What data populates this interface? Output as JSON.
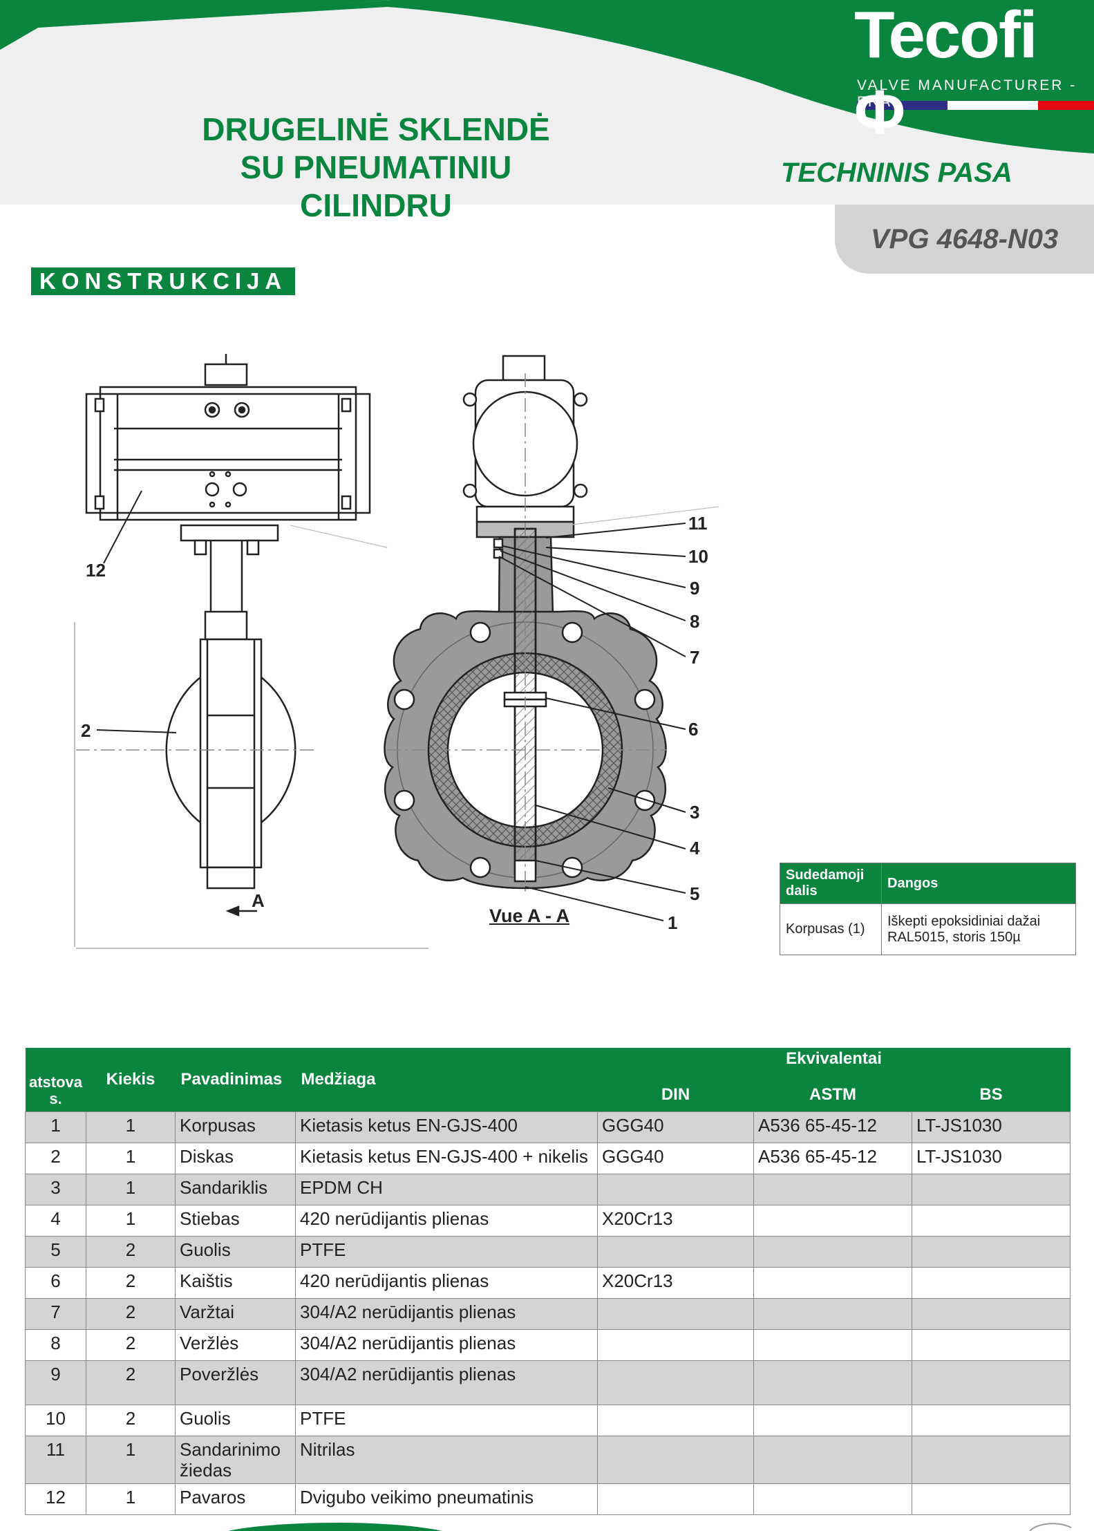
{
  "header": {
    "brand": "Tecofi",
    "brand_tagline": "VALVE MANUFACTURER - FRA",
    "title_lines": [
      "DRUGELINĖ SKLENDĖ",
      "SU PNEUMATINIU",
      "CILINDRU"
    ],
    "subtitle": "TECHNINIS PASA",
    "doc_code": "VPG 4648-N03",
    "colors": {
      "green": "#0a8540",
      "light_gray": "#efefef",
      "tab_gray": "#d3d3d5"
    }
  },
  "section": {
    "title": "KONSTRUKCIJA"
  },
  "drawing": {
    "view_label": "Vue A - A",
    "section_marker": "A",
    "callouts": [
      "12",
      "2",
      "11",
      "10",
      "9",
      "8",
      "7",
      "6",
      "3",
      "4",
      "5",
      "1"
    ]
  },
  "coating_table": {
    "headers": [
      "Sudedamoji dalis",
      "Dangos"
    ],
    "rows": [
      [
        "Korpusas (1)",
        "Iškepti epoksidiniai dažai RAL5015, storis 150µ"
      ]
    ]
  },
  "parts_table": {
    "headers": {
      "pos": "atstova s.",
      "qty": "Kiekis",
      "name": "Pavadinimas",
      "material": "Medžiaga",
      "group": "Ekvivalentai",
      "din": "DIN",
      "astm": "ASTM",
      "bs": "BS"
    },
    "rows": [
      {
        "pos": "1",
        "qty": "1",
        "name": "Korpusas",
        "material": "Kietasis ketus EN-GJS-400",
        "din": "GGG40",
        "astm": "A536 65-45-12",
        "bs": "LT-JS1030"
      },
      {
        "pos": "2",
        "qty": "1",
        "name": "Diskas",
        "material": "Kietasis ketus EN-GJS-400 + nikelis",
        "din": "GGG40",
        "astm": "A536 65-45-12",
        "bs": "LT-JS1030"
      },
      {
        "pos": "3",
        "qty": "1",
        "name": "Sandariklis",
        "material": "EPDM CH",
        "din": "",
        "astm": "",
        "bs": ""
      },
      {
        "pos": "4",
        "qty": "1",
        "name": "Stiebas",
        "material": "420 nerūdijantis plienas",
        "din": "X20Cr13",
        "astm": "",
        "bs": ""
      },
      {
        "pos": "5",
        "qty": "2",
        "name": "Guolis",
        "material": "PTFE",
        "din": "",
        "astm": "",
        "bs": ""
      },
      {
        "pos": "6",
        "qty": "2",
        "name": "Kaištis",
        "material": "420 nerūdijantis plienas",
        "din": "X20Cr13",
        "astm": "",
        "bs": ""
      },
      {
        "pos": "7",
        "qty": "2",
        "name": "Varžtai",
        "material": "304/A2 nerūdijantis plienas",
        "din": "",
        "astm": "",
        "bs": ""
      },
      {
        "pos": "8",
        "qty": "2",
        "name": "Veržlės",
        "material": "304/A2 nerūdijantis plienas",
        "din": "",
        "astm": "",
        "bs": ""
      },
      {
        "pos": "9",
        "qty": "2",
        "name": "Poveržlės",
        "material": "304/A2 nerūdijantis plienas",
        "din": "",
        "astm": "",
        "bs": ""
      },
      {
        "pos": "10",
        "qty": "2",
        "name": "Guolis",
        "material": "PTFE",
        "din": "",
        "astm": "",
        "bs": ""
      },
      {
        "pos": "11",
        "qty": "1",
        "name": "Sandarinimo žiedas",
        "material": "Nitrilas",
        "din": "",
        "astm": "",
        "bs": ""
      },
      {
        "pos": "12",
        "qty": "1",
        "name": "Pavaros",
        "material": "Dvigubo veikimo pneumatinis",
        "din": "",
        "astm": "",
        "bs": ""
      }
    ]
  }
}
